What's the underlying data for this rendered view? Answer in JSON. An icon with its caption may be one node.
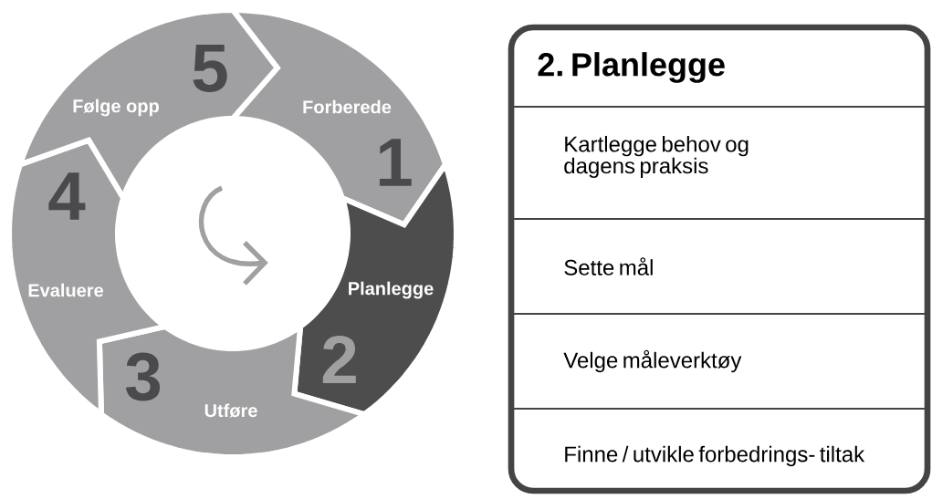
{
  "diagram": {
    "nodes": [
      {
        "text": [
          "Forberede",
          "1"
        ]
      },
      {
        "text": [
          "Planlegge",
          "2"
        ]
      },
      {
        "text": [
          "3",
          "Utføre"
        ]
      },
      {
        "text": [
          "4",
          "Evaluere"
        ]
      },
      {
        "text": [
          "5",
          "Følge opp"
        ]
      },
      {
        "text": [],
        "shape": "box"
      },
      {
        "text": [
          "2. Planlegge"
        ],
        "in": 5
      },
      {
        "text": [
          "Kartlegge behov og dagens praksis"
        ],
        "in": 5
      },
      {
        "text": [
          "Sette mål"
        ],
        "in": 5
      },
      {
        "text": [
          "Velge måleverktøy"
        ],
        "in": 5
      },
      {
        "text": [
          "Finne / utvikle forbedrings- tiltak"
        ],
        "in": 5
      }
    ]
  }
}
